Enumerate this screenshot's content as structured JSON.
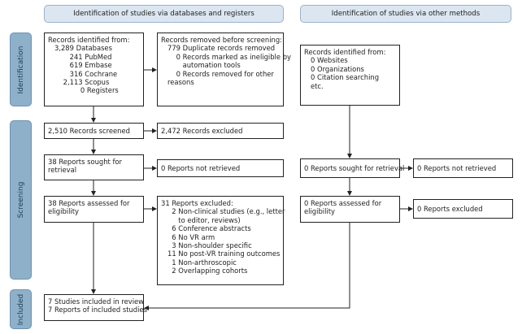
{
  "headers": {
    "databases": "Identification of studies via databases and registers",
    "other": "Identification of studies via other methods"
  },
  "phases": {
    "identification": "Identification",
    "screening": "Screening",
    "included": "Included"
  },
  "db": {
    "identified": [
      "Records identified from:",
      "   3,289 Databases",
      "          241 PubMed",
      "          619 Embase",
      "          316 Cochrane",
      "       2,113 Scopus",
      "               0 Registers"
    ],
    "removed": [
      "Records removed before screening:",
      "   779 Duplicate records removed",
      "       0 Records marked as ineligible by",
      "          automation tools",
      "       0 Records removed for other",
      "   reasons"
    ],
    "screened": "2,510 Records screened",
    "excluded": "2,472 Records excluded",
    "sought": [
      "38 Reports sought for",
      "retrieval"
    ],
    "not_retrieved": "0 Reports not retrieved",
    "assessed": [
      "38 Reports assessed for",
      "eligibility"
    ],
    "reports_excluded": [
      "31 Reports excluded:",
      "     2 Non-clinical studies (e.g., letter",
      "        to editor, reviews)",
      "     6 Conference abstracts",
      "     6 No VR arm",
      "     3 Non-shoulder specific",
      "   11 No post-VR training outcomes",
      "     1 Non-arthroscopic",
      "     2 Overlapping cohorts"
    ],
    "included": [
      "7 Studies included in review",
      "7 Reports of included studies"
    ]
  },
  "other": {
    "identified": [
      "Records identified from:",
      "   0 Websites",
      "   0 Organizations",
      "   0 Citation searching",
      "   etc."
    ],
    "sought": "0 Reports sought for retrieval",
    "not_retrieved": "0 Reports not retrieved",
    "assessed": [
      "0 Reports assessed for",
      "eligibility"
    ],
    "excluded": "0 Reports excluded"
  }
}
